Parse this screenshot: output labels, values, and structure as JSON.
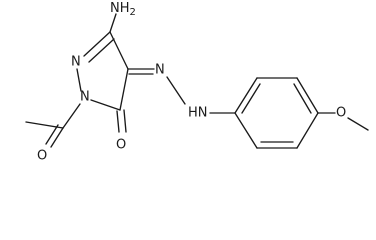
{
  "molecule": {
    "atom_labels": {
      "nh2": {
        "main": "NH",
        "sub": "2"
      },
      "n_ring_upper": "N",
      "n_ring_lower": "N",
      "n_hydrazone": "N",
      "nh_hydrazone": "HN",
      "o_acetyl": "O",
      "o_ketone": "O",
      "o_methoxy": "O"
    }
  }
}
